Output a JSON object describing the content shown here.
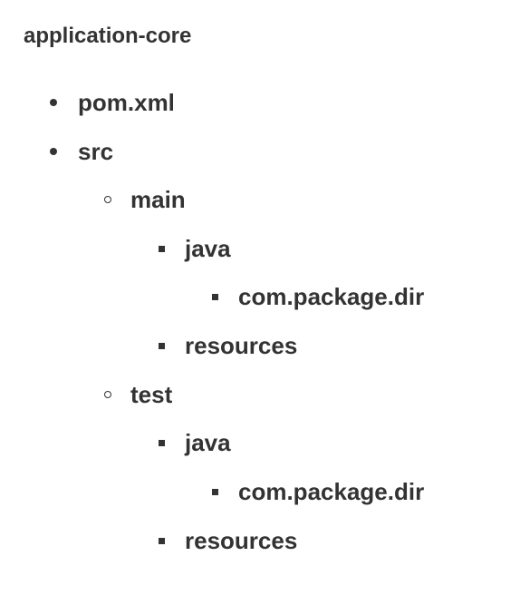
{
  "tree": {
    "root": "application-core",
    "items": [
      {
        "label": "pom.xml"
      },
      {
        "label": "src"
      },
      {
        "label": "main"
      },
      {
        "label": "java"
      },
      {
        "label": "com.package.dir"
      },
      {
        "label": "resources"
      },
      {
        "label": "test"
      },
      {
        "label": "java"
      },
      {
        "label": "com.package.dir"
      },
      {
        "label": "resources"
      }
    ]
  }
}
